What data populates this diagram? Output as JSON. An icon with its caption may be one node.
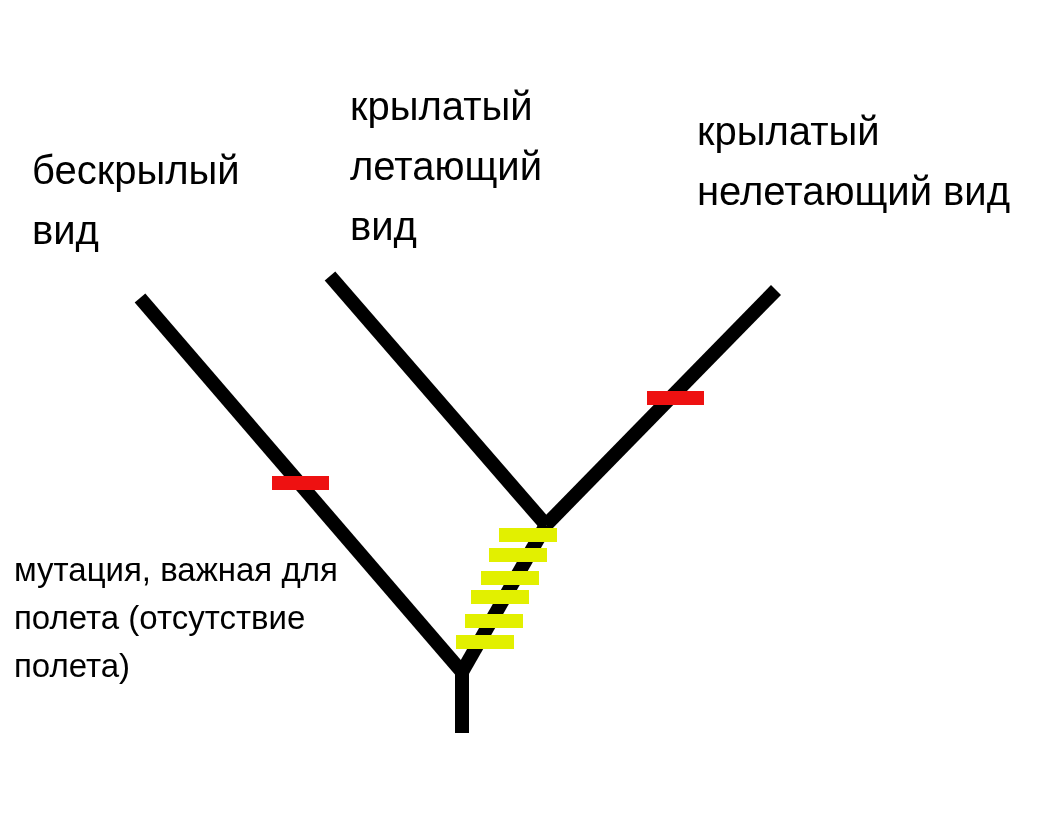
{
  "diagram": {
    "labels": [
      "бескрылый вид",
      "крылатый летающий вид",
      "крылатый нелетающий вид",
      "мутация, важная для полета (отсутствие полета)"
    ]
  }
}
